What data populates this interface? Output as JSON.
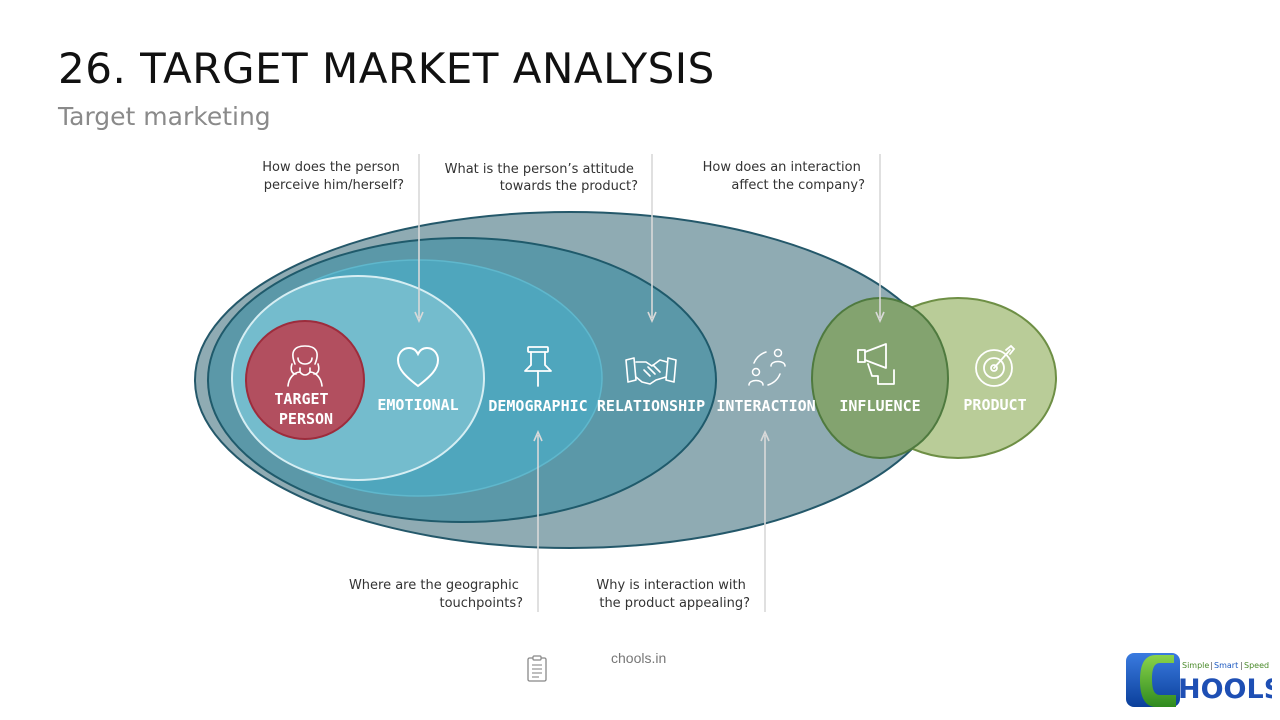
{
  "header": {
    "title": "26. TARGET MARKET ANALYSIS",
    "subtitle": "Target marketing"
  },
  "diagram": {
    "center": {
      "label_line1": "TARGET",
      "label_line2": "PERSON",
      "color": "#b24f5f"
    },
    "layers": [
      {
        "label": "EMOTIONAL",
        "icon": "heart-icon"
      },
      {
        "label": "DEMOGRAPHIC",
        "icon": "pushpin-icon"
      },
      {
        "label": "RELATIONSHIP",
        "icon": "handshake-icon"
      },
      {
        "label": "INTERACTION",
        "icon": "people-exchange-icon"
      },
      {
        "label": "INFLUENCE",
        "icon": "megaphone-icon"
      },
      {
        "label": "PRODUCT",
        "icon": "target-icon"
      }
    ],
    "questions": {
      "emotional": [
        "How does the person",
        "perceive him/herself?"
      ],
      "relationship": [
        "What is the person’s attitude",
        "towards the product?"
      ],
      "influence": [
        "How does an interaction",
        "affect the company?"
      ],
      "demographic": [
        "Where are the geographic",
        "touchpoints?"
      ],
      "interaction": [
        "Why is interaction with",
        "the product appealing?"
      ]
    },
    "colors": {
      "outer": "#8fabb3",
      "relationship": "#5b98a8",
      "demographic": "#4fa6bd",
      "emotional": "#74bccd",
      "product": "#b9cc98",
      "influence": "#83a36f"
    }
  },
  "footer": {
    "site": "chools.in",
    "logo_tagline": [
      "Simple",
      "Smart",
      "Speed"
    ],
    "logo_text": "HOOLS"
  }
}
